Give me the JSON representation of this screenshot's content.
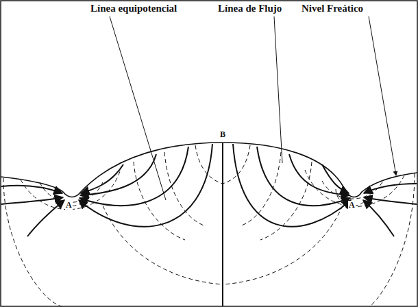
{
  "diagram": {
    "labels": [
      "Línea equipotencial",
      "Línea de Flujo",
      "Nivel Freático",
      "B",
      "A",
      "A"
    ]
  }
}
